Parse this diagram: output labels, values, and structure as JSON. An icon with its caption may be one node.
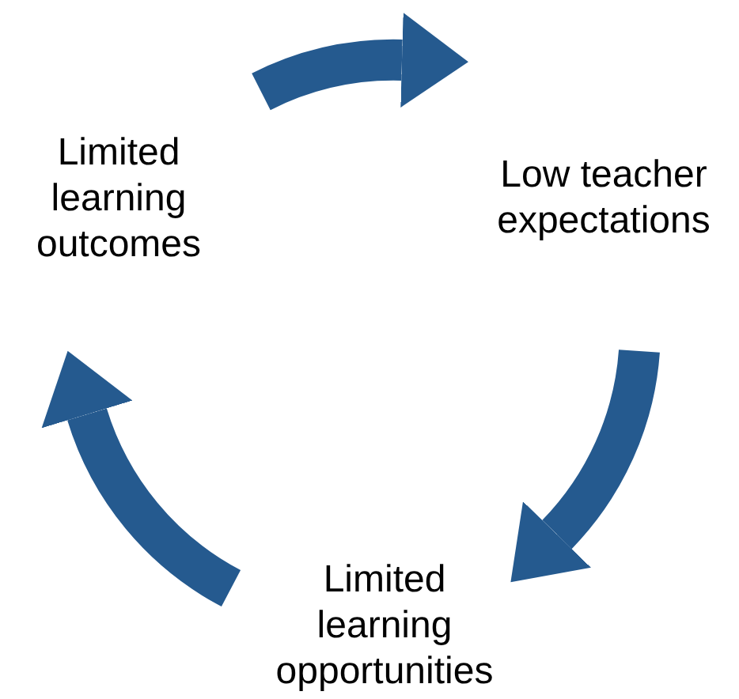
{
  "diagram": {
    "nodes": [
      {
        "text": [
          "Limited learning outcomes"
        ]
      },
      {
        "text": [
          "Low teacher expectations"
        ]
      },
      {
        "text": [
          "Limited learning opportunities"
        ]
      }
    ],
    "edges": [
      {
        "from": 0,
        "to": 1,
        "arrow": "to"
      },
      {
        "from": 1,
        "to": 2,
        "arrow": "to"
      },
      {
        "from": 2,
        "to": 0,
        "arrow": "to"
      }
    ]
  }
}
